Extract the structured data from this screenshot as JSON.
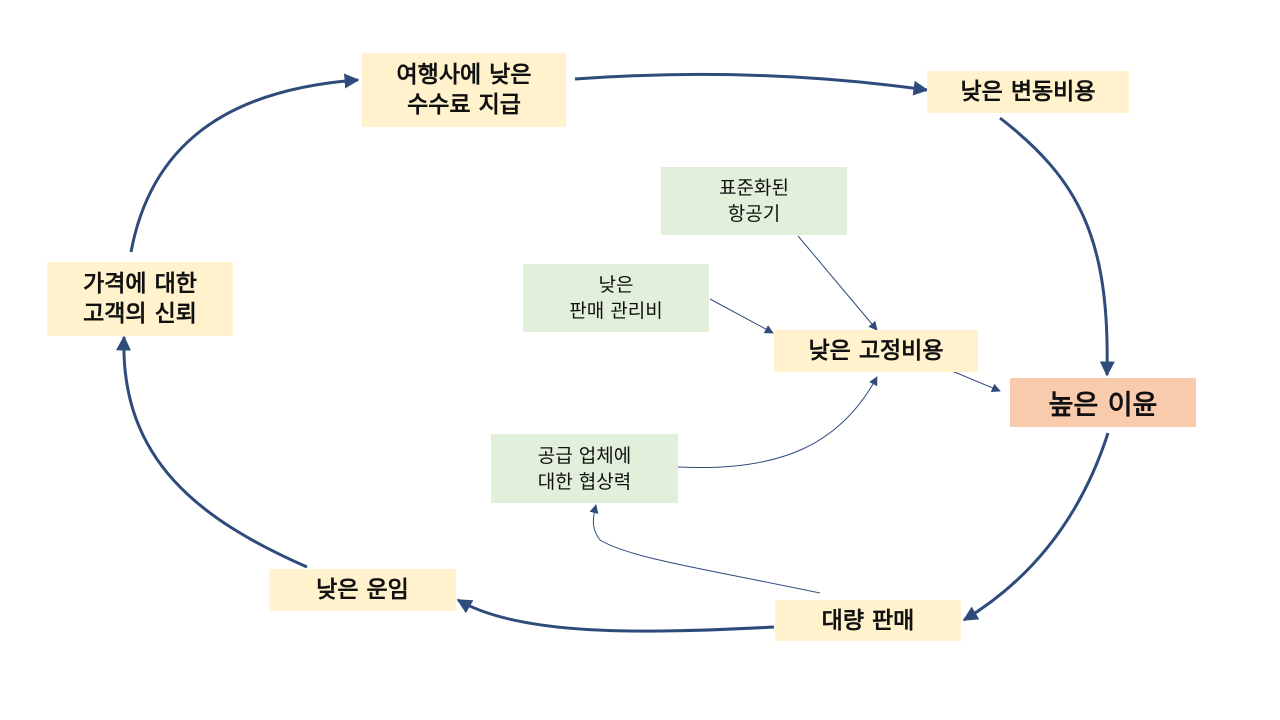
{
  "nodes": {
    "low_commission": "여행사에 낮은\n수수료 지급",
    "low_variable_cost": "낮은 변동비용",
    "standard_aircraft": "표준화된\n항공기",
    "low_sales_admin": "낮은\n판매 관리비",
    "low_fixed_cost": "낮은 고정비용",
    "high_profit": "높은 이윤",
    "supplier_bargaining": "공급 업체에\n대한 협상력",
    "customer_trust": "가격에 대한\n고객의 신뢰",
    "low_fare": "낮은 운임",
    "mass_sales": "대량 판매"
  },
  "colors": {
    "primary_fill": "#fff2cc",
    "secondary_fill": "#e2efda",
    "result_fill": "#f8cbad",
    "arrow": "#2f4b7c"
  }
}
